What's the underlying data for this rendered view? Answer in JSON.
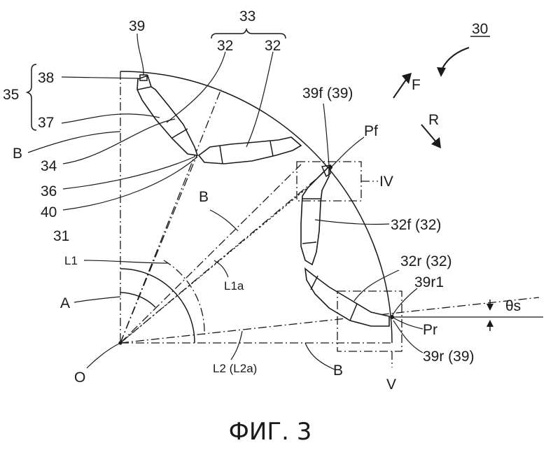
{
  "figure": {
    "caption": "ФИГ. 3"
  },
  "labels": {
    "l30": "30",
    "l33": "33",
    "l32a": "32",
    "l32b": "32",
    "l39": "39",
    "l38": "38",
    "l35": "35",
    "l37": "37",
    "lB1": "B",
    "l34": "34",
    "l36": "36",
    "l40": "40",
    "l31": "31",
    "lL1": "L1",
    "lA": "A",
    "lO": "O",
    "lB2": "B",
    "lL1a": "L1a",
    "lL2": "L2 (L2a)",
    "lB3": "B",
    "l39f": "39f (39)",
    "lPf": "Pf",
    "lIV": "IV",
    "l32f": "32f (32)",
    "l32r": "32r (32)",
    "l39r1": "39r1",
    "lPr": "Pr",
    "l39r": "39r (39)",
    "lV": "V",
    "lTheta": "θs",
    "lF": "F",
    "lR": "R"
  }
}
